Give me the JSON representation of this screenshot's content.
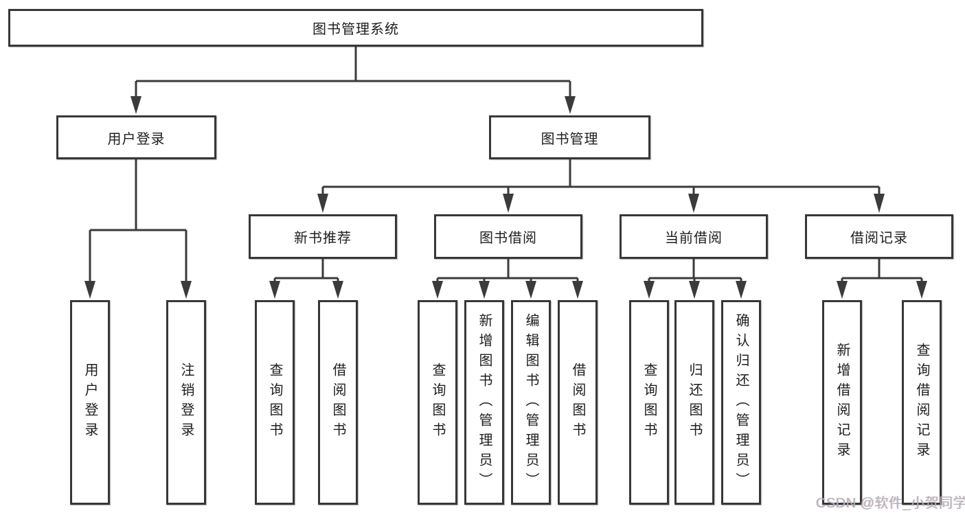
{
  "diagram": {
    "title": "图书管理系统",
    "colors": {
      "line": "#3b3b3b",
      "box_border": "#373737",
      "text": "#1d1d1d",
      "background": "#ffffff",
      "watermark": "#b3b3b3"
    },
    "nodes": {
      "root": {
        "label": "图书管理系统"
      },
      "user_login": {
        "label": "用户登录"
      },
      "book_mgmt": {
        "label": "图书管理"
      },
      "new_book_rec": {
        "label": "新书推荐"
      },
      "book_borrow": {
        "label": "图书借阅"
      },
      "current_borrow": {
        "label": "当前借阅"
      },
      "borrow_records": {
        "label": "借阅记录"
      },
      "login": {
        "label": "用户登录"
      },
      "logout": {
        "label": "注销登录"
      },
      "rec_query_book": {
        "label": "查询图书"
      },
      "rec_borrow_book": {
        "label": "借阅图书"
      },
      "bb_query_book": {
        "label": "查询图书"
      },
      "bb_add_book": {
        "label": "新增图书（管理员）"
      },
      "bb_edit_book": {
        "label": "编辑图书（管理员）"
      },
      "bb_borrow_book": {
        "label": "借阅图书"
      },
      "cb_query_book": {
        "label": "查询图书"
      },
      "cb_return_book": {
        "label": "归还图书"
      },
      "cb_confirm_return": {
        "label": "确认归还（管理员）"
      },
      "br_add_record": {
        "label": "新增借阅记录"
      },
      "br_query_record": {
        "label": "查询借阅记录"
      }
    },
    "structure": {
      "root": [
        "user_login",
        "book_mgmt"
      ],
      "user_login": [
        "login",
        "logout"
      ],
      "book_mgmt": [
        "new_book_rec",
        "book_borrow",
        "current_borrow",
        "borrow_records"
      ],
      "new_book_rec": [
        "rec_query_book",
        "rec_borrow_book"
      ],
      "book_borrow": [
        "bb_query_book",
        "bb_add_book",
        "bb_edit_book",
        "bb_borrow_book"
      ],
      "current_borrow": [
        "cb_query_book",
        "cb_return_book",
        "cb_confirm_return"
      ],
      "borrow_records": [
        "br_add_record",
        "br_query_record"
      ]
    },
    "watermark": "CSDN @软件_小贺同学"
  }
}
